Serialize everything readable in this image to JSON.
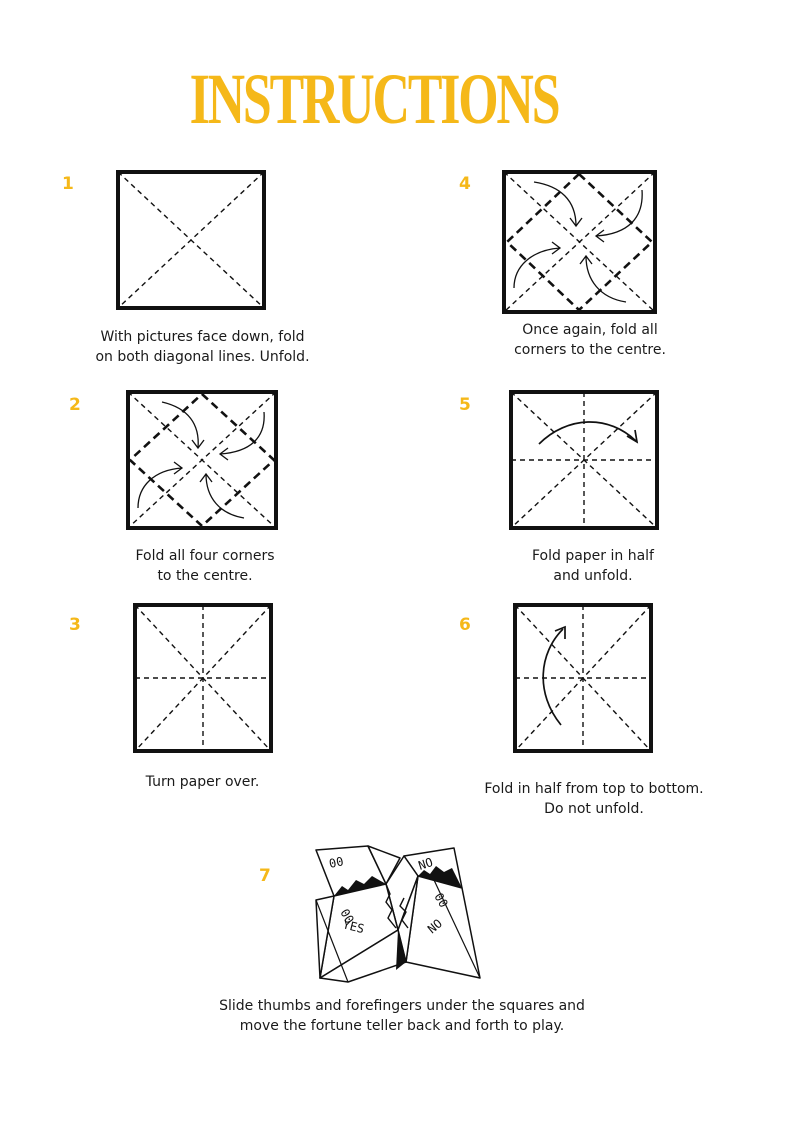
{
  "title": "INSTRUCTIONS",
  "accent_color": "#f5b819",
  "steps": [
    {
      "number": "1",
      "caption": [
        "With pictures face down, fold",
        "on both diagonal lines. Unfold."
      ]
    },
    {
      "number": "2",
      "caption": [
        "Fold all four corners",
        "to the centre."
      ]
    },
    {
      "number": "3",
      "caption": [
        "Turn paper over."
      ]
    },
    {
      "number": "4",
      "caption": [
        "Once again, fold all",
        "corners to the centre."
      ]
    },
    {
      "number": "5",
      "caption": [
        "Fold paper in half",
        "and unfold."
      ]
    },
    {
      "number": "6",
      "caption": [
        "Fold in half from top to bottom.",
        "Do not unfold."
      ]
    },
    {
      "number": "7",
      "caption": [
        "Slide thumbs and forefingers under the squares and",
        "move the fortune teller back and forth to play."
      ]
    }
  ],
  "fortune_teller_words": [
    "00",
    "00",
    "YES",
    "NO",
    "NO",
    "00"
  ]
}
